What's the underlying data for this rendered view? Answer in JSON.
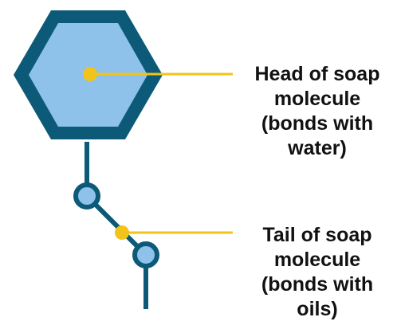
{
  "labels": {
    "head": {
      "lines": [
        "Head of soap",
        "molecule",
        "(bonds with",
        "water)"
      ]
    },
    "tail": {
      "lines": [
        "Tail of soap",
        "molecule",
        "(bonds with",
        "oils)"
      ]
    }
  },
  "colors": {
    "outline": "#0c5a78",
    "fill": "#8ec2ea",
    "pointer": "#f2c31a",
    "text": "#111111"
  }
}
